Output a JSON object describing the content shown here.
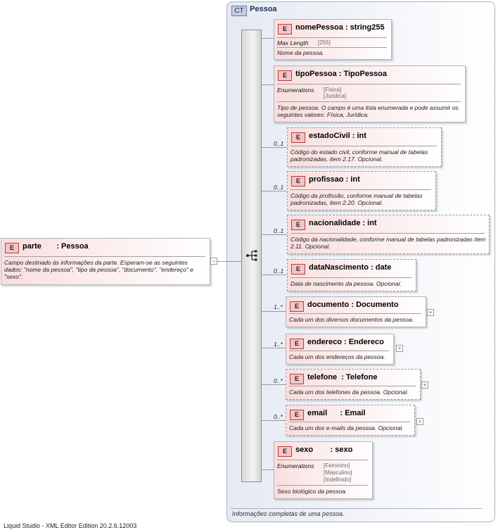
{
  "root": {
    "badge": "E",
    "name": "parte",
    "type": ": Pessoa",
    "description": "Campo destinado às informações da parte. Esperam-se as seguintes dados: \"nome da pessoa\", \"tipo da pessoa\", \"documento\", \"endereço\" e \"sexo\"."
  },
  "complex_type": {
    "badge": "CT",
    "name": "Pessoa",
    "annotation": "Informações completas de uma pessoa."
  },
  "elements": [
    {
      "badge": "E",
      "name": "nomePessoa",
      "type": ": string255",
      "cardinality": "",
      "optional": false,
      "facet_label": "Max Length",
      "facet_values": [
        "[255]"
      ],
      "description": "Nome da pessoa."
    },
    {
      "badge": "E",
      "name": "tipoPessoa",
      "type": ": TipoPessoa",
      "cardinality": "",
      "optional": false,
      "facet_label": "Enumerations",
      "facet_values": [
        "[Fisica]",
        "[Juridica]"
      ],
      "description": "Tipo de pessoa. O campo é uma lista enumerada e pode assumir os seguintes valores: Física, Jurídica."
    },
    {
      "badge": "E",
      "name": "estadoCivil",
      "type": ": int",
      "cardinality": "0..1",
      "optional": true,
      "description": "Código do estado civil, conforme manual de tabelas padronizadas, item 2.17. Opcional."
    },
    {
      "badge": "E",
      "name": "profissao",
      "type": ": int",
      "cardinality": "0..1",
      "optional": true,
      "description": "Código da profissão, conforme manual de tabelas padronizadas, item 2.20. Opcional."
    },
    {
      "badge": "E",
      "name": "nacionalidade",
      "type": ": int",
      "cardinality": "0..1",
      "optional": true,
      "description": "Código da nacionalidade, conforme manual de tabelas padronizadas item 2.11. Opcional."
    },
    {
      "badge": "E",
      "name": "dataNascimento",
      "type": ": date",
      "cardinality": "0..1",
      "optional": true,
      "description": "Data de nascimento da pessoa. Opcional."
    },
    {
      "badge": "E",
      "name": "documento",
      "type": ": Documento",
      "cardinality": "1..*",
      "optional": false,
      "description": "Cada um dos diversos documentos da pessoa."
    },
    {
      "badge": "E",
      "name": "endereco",
      "type": ": Endereco",
      "cardinality": "1..*",
      "optional": false,
      "description": "Cada um dos endereços da pessoa."
    },
    {
      "badge": "E",
      "name": "telefone",
      "type": ": Telefone",
      "cardinality": "0..*",
      "optional": true,
      "description": "Cada um dos telefones da pessoa. Opcional."
    },
    {
      "badge": "E",
      "name": "email",
      "type": ": Email",
      "cardinality": "0..*",
      "optional": true,
      "description": "Cada um dos e-mails da pessoa. Opcional."
    },
    {
      "badge": "E",
      "name": "sexo",
      "type": ": sexo",
      "cardinality": "",
      "optional": false,
      "facet_label": "Enumerations",
      "facet_values": [
        "[Feminino]",
        "[Masculino]",
        "[Indefinido]"
      ],
      "description": "Sexo biológico da pessoa."
    }
  ],
  "expander_symbol": "+",
  "collapse_symbol": "−",
  "footer": "Liquid Studio - XML Editor Edition 20.2.6.12003"
}
